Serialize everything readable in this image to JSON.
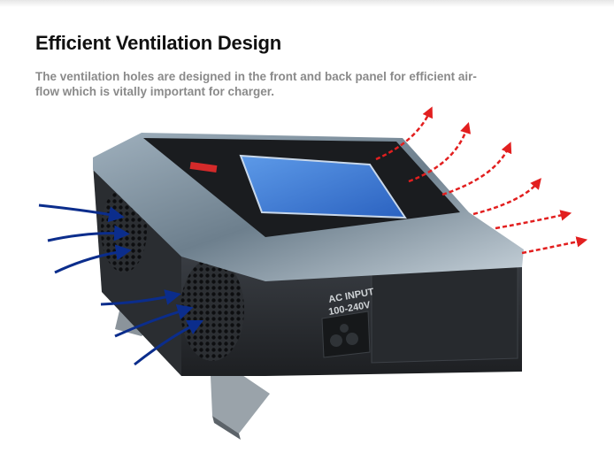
{
  "heading": "Efficient Ventilation Design",
  "description": "The ventilation holes are designed in the front and back panel for efficient air-flow which is vitally important for charger.",
  "product": {
    "port_label_line1": "AC INPUT",
    "port_label_line2": "100-240V"
  },
  "colors": {
    "intake_arrow": "#0b2d8c",
    "exhaust_arrow": "#e21f1f",
    "screen": "#3f7ed8"
  }
}
